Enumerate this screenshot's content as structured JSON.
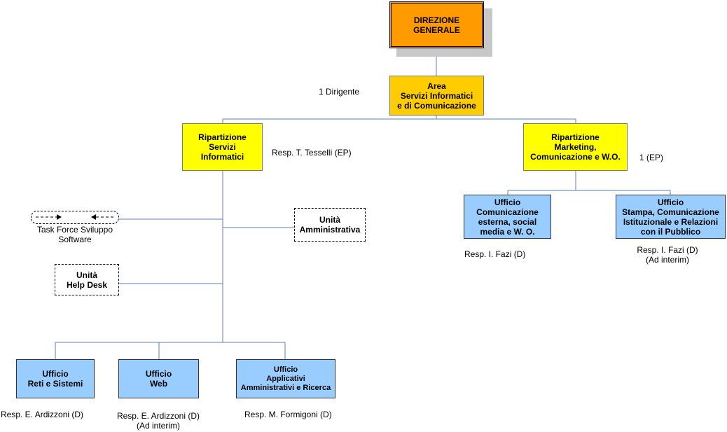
{
  "nodes": {
    "direzione": [
      "DIREZIONE",
      "GENERALE"
    ],
    "area": [
      "Area",
      "Servizi Informatici",
      "e  di Comunicazione"
    ],
    "rip_servizi": [
      "Ripartizione",
      "Servizi",
      "Informatici"
    ],
    "rip_marketing": [
      "Ripartizione",
      "Marketing,",
      "Comunicazione e W.O."
    ],
    "unita_amministrativa": [
      "Unità",
      "Amministrativa"
    ],
    "unita_helpdesk": [
      "Unità",
      "Help Desk"
    ],
    "ufficio_reti": [
      "Ufficio",
      "Reti e Sistemi"
    ],
    "ufficio_web": [
      "Ufficio",
      "Web"
    ],
    "ufficio_applicativi": [
      "Ufficio",
      "Applicativi",
      "Amministrativi e Ricerca"
    ],
    "ufficio_comunicazione": [
      "Ufficio",
      "Comunicazione",
      "esterna, social",
      "media e W. O."
    ],
    "ufficio_stampa": [
      "Ufficio",
      "Stampa, Comunicazione",
      "Istituzionale e Relazioni",
      "con il Pubblico"
    ]
  },
  "labels": {
    "area_staff": "1 Dirigente",
    "rip_servizi_resp": "Resp. T. Tesselli (EP)",
    "rip_marketing_staff": "1 (EP)",
    "task_force": [
      "Task Force Sviluppo",
      "Software"
    ],
    "reti_resp": "Resp. E. Ardizzoni (D)",
    "web_resp": [
      "Resp. E. Ardizzoni (D)",
      "(Ad interim)"
    ],
    "applicativi_resp": "Resp. M. Formigoni (D)",
    "comunicazione_resp": "Resp. I. Fazi (D)",
    "stampa_resp": [
      "Resp. I. Fazi (D)",
      "(Ad interim)"
    ]
  },
  "colors": {
    "direzione": "#ff9a00",
    "area": "#ffcc00",
    "ripartizione": "#ffff00",
    "ufficio": "#99ccff",
    "connector": "#5b7fb8"
  }
}
